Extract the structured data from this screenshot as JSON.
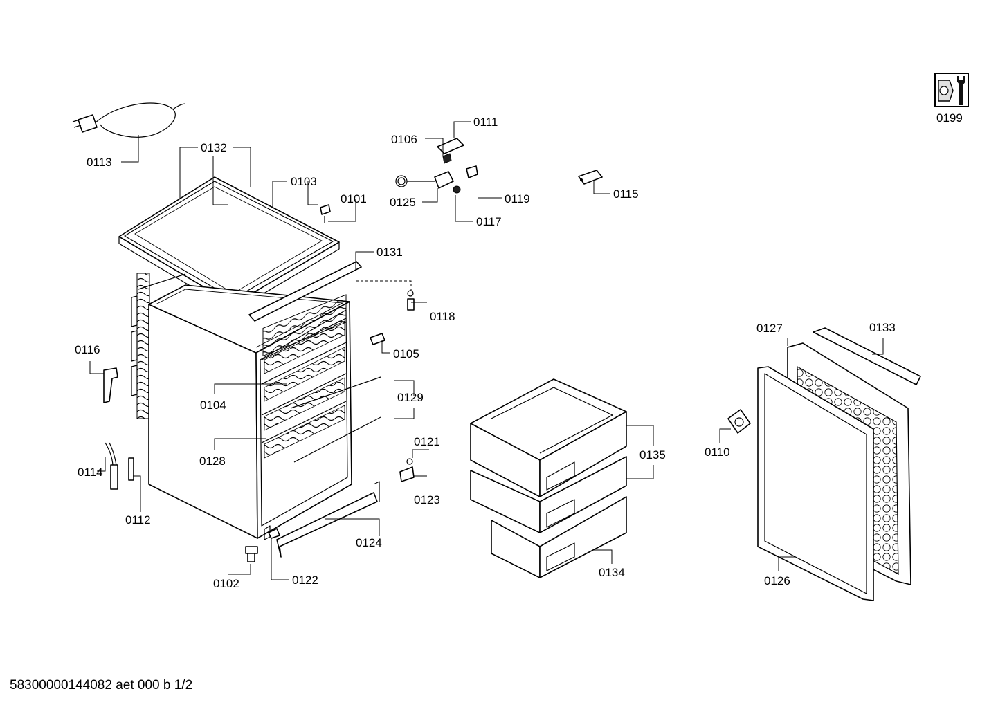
{
  "footer": {
    "code": "58300000144082 aet 000 b 1/2"
  },
  "service_icon": {
    "icon": "service-wrench-icon",
    "label": "0199"
  },
  "part_labels": [
    {
      "id": "0113",
      "text": "0113"
    },
    {
      "id": "0132",
      "text": "0132"
    },
    {
      "id": "0103",
      "text": "0103"
    },
    {
      "id": "0101",
      "text": "0101"
    },
    {
      "id": "0106",
      "text": "0106"
    },
    {
      "id": "0111",
      "text": "0111"
    },
    {
      "id": "0125",
      "text": "0125"
    },
    {
      "id": "0119",
      "text": "0119"
    },
    {
      "id": "0117",
      "text": "0117"
    },
    {
      "id": "0115",
      "text": "0115"
    },
    {
      "id": "0131",
      "text": "0131"
    },
    {
      "id": "0118",
      "text": "0118"
    },
    {
      "id": "0116",
      "text": "0116"
    },
    {
      "id": "0105",
      "text": "0105"
    },
    {
      "id": "0104",
      "text": "0104"
    },
    {
      "id": "0129",
      "text": "0129"
    },
    {
      "id": "0128",
      "text": "0128"
    },
    {
      "id": "0121",
      "text": "0121"
    },
    {
      "id": "0114",
      "text": "0114"
    },
    {
      "id": "0123",
      "text": "0123"
    },
    {
      "id": "0112",
      "text": "0112"
    },
    {
      "id": "0124",
      "text": "0124"
    },
    {
      "id": "0102",
      "text": "0102"
    },
    {
      "id": "0122",
      "text": "0122"
    },
    {
      "id": "0135",
      "text": "0135"
    },
    {
      "id": "0134",
      "text": "0134"
    },
    {
      "id": "0127",
      "text": "0127"
    },
    {
      "id": "0133",
      "text": "0133"
    },
    {
      "id": "0110",
      "text": "0110"
    },
    {
      "id": "0126",
      "text": "0126"
    }
  ]
}
